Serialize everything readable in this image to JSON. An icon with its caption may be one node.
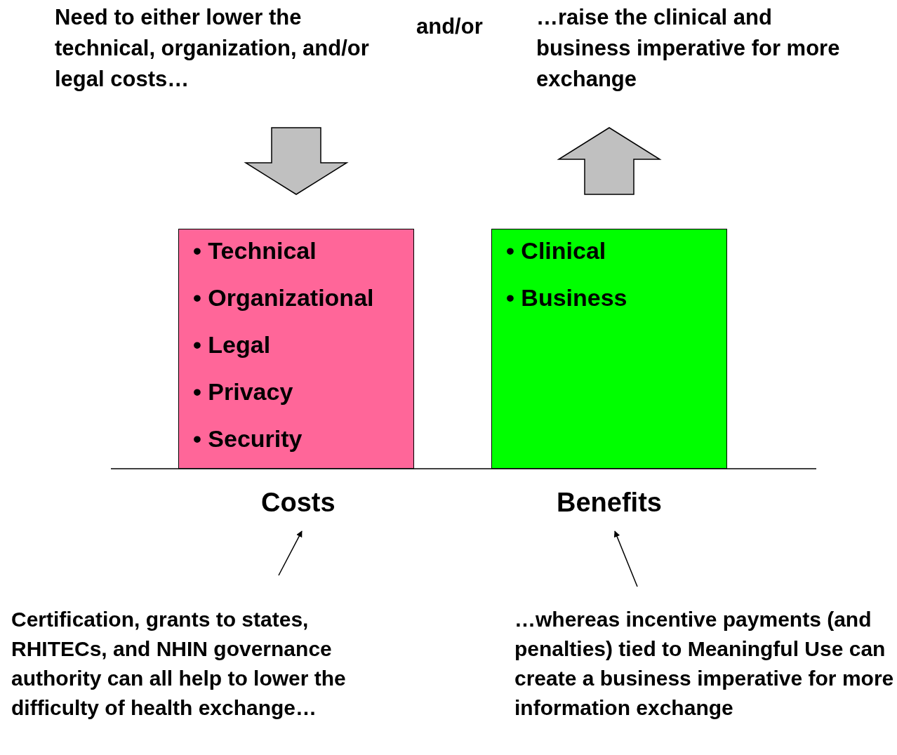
{
  "diagram": {
    "nodes": [
      {
        "text": [
          "Need to either lower the technical, organization, and/or legal costs…"
        ]
      },
      {
        "text": [
          "…raise the clinical and business imperative for more exchange"
        ]
      },
      {
        "text": [
          "• Technical",
          "• Organizational",
          "• Legal",
          "• Privacy",
          "• Security"
        ]
      },
      {
        "text": [
          "• Clinical",
          "• Business"
        ]
      },
      {
        "text": [
          "Costs"
        ]
      },
      {
        "text": [
          "Benefits"
        ]
      },
      {
        "text": [
          "Certification, grants to states, RHITECs, and NHIN governance authority can all help to lower the difficulty of health exchange…"
        ]
      },
      {
        "text": [
          "…whereas incentive payments (and penalties) tied to Meaningful Use can create a business imperative for more information exchange"
        ]
      }
    ],
    "edges": [
      {
        "from": 0,
        "to": 2,
        "arrow": "to",
        "style": "thick",
        "color": "#c0c0c0"
      },
      {
        "from": 3,
        "to": 1,
        "arrow": "to",
        "style": "thick",
        "color": "#c0c0c0"
      },
      {
        "from": 6,
        "to": 4,
        "arrow": "to"
      },
      {
        "from": 7,
        "to": 5,
        "arrow": "to"
      }
    ],
    "labels": [
      "and/or"
    ]
  }
}
